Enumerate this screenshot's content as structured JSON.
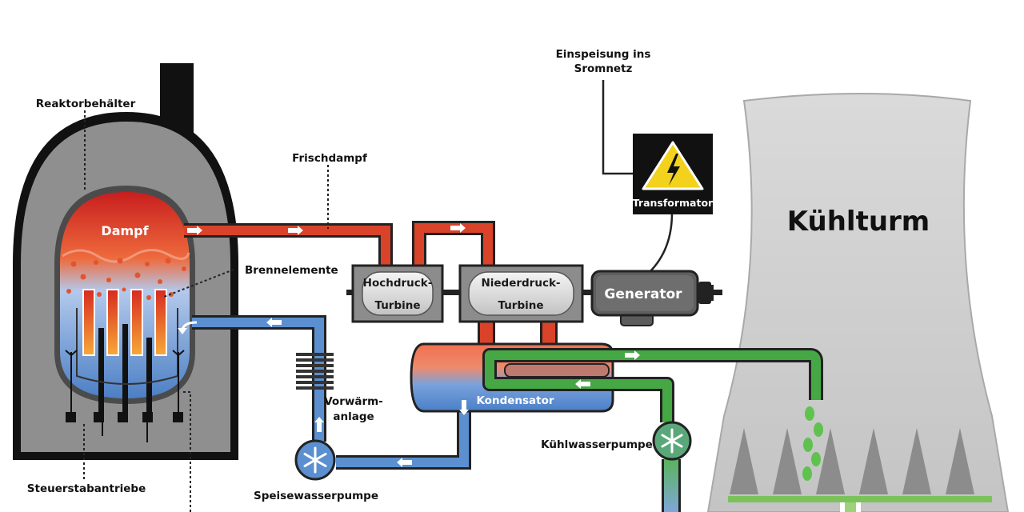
{
  "labels": {
    "reactor_vessel": "Reaktorbehälter",
    "steam": "Dampf",
    "fuel_elements": "Brennelemente",
    "control_rod_drives": "Steuerstabantriebe",
    "live_steam": "Frischdampf",
    "hp_turbine_line1": "Hochdruck-",
    "hp_turbine_line2": "Turbine",
    "lp_turbine_line1": "Niederdruck-",
    "lp_turbine_line2": "Turbine",
    "generator": "Generator",
    "transformer": "Transformator",
    "grid_feed_line1": "Einspeisung ins",
    "grid_feed_line2": "Sromnetz",
    "cooling_tower": "Kühlturm",
    "condenser": "Kondensator",
    "preheater_line1": "Vorwärm-",
    "preheater_line2": "anlage",
    "feedwater_pump": "Speisewasserpumpe",
    "cooling_water_pump": "Kühlwasserpumpe"
  },
  "colors": {
    "steam_red": "#d9432a",
    "water_blue": "#5b8fd0",
    "cooling_green": "#45a845",
    "vessel_gray": "#8a8a8a",
    "tower_gray": "#cfcfcf",
    "warning_yellow": "#f2d21c"
  },
  "icons": {
    "transformer": "high-voltage-warning-icon",
    "pumps": "snowflake-pump-icon",
    "flow": "arrow-icon"
  }
}
